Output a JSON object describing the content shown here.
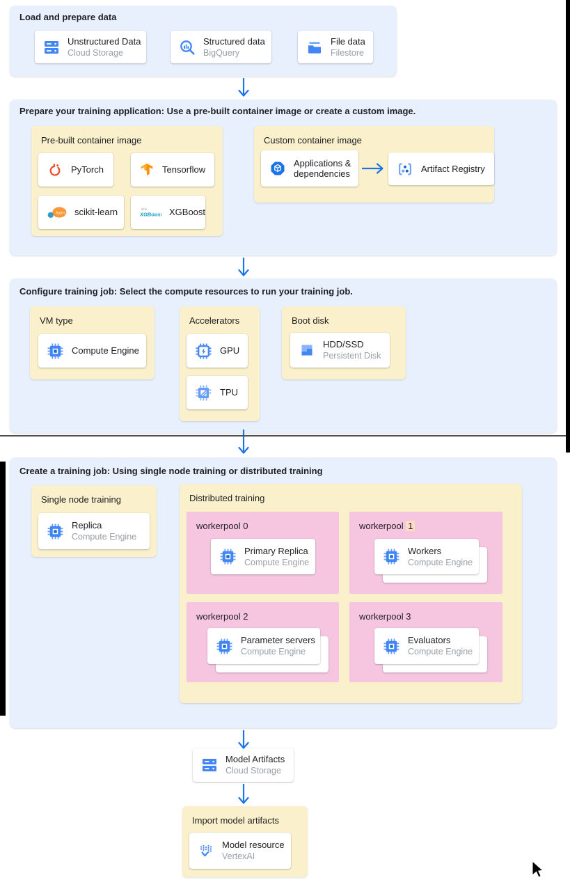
{
  "section_load": {
    "title": "Load and prepare data",
    "cards": [
      {
        "icon": "cloud-storage-icon",
        "title": "Unstructured Data",
        "subtitle": "Cloud Storage"
      },
      {
        "icon": "bigquery-icon",
        "title": "Structured data",
        "subtitle": "BigQuery"
      },
      {
        "icon": "filestore-icon",
        "title": "File data",
        "subtitle": "Filestore"
      }
    ]
  },
  "section_prepare": {
    "title": "Prepare your training application: Use a pre-built container image or create a custom image.",
    "prebuilt": {
      "label": "Pre-built container image",
      "cards": [
        {
          "icon": "pytorch-icon",
          "title": "PyTorch"
        },
        {
          "icon": "tensorflow-icon",
          "title": "Tensorflow"
        },
        {
          "icon": "scikit-learn-icon",
          "title": "scikit-learn"
        },
        {
          "icon": "xgboost-icon",
          "title": "XGBoost"
        }
      ]
    },
    "custom": {
      "label": "Custom container image",
      "cards": [
        {
          "icon": "applications-icon",
          "title": "Applications & dependencies"
        },
        {
          "icon": "artifact-registry-icon",
          "title": "Artifact Registry"
        }
      ]
    }
  },
  "section_configure": {
    "title": "Configure training job: Select the compute resources to run your training job.",
    "vm_type": {
      "label": "VM type",
      "card": {
        "icon": "compute-engine-icon",
        "title": "Compute Engine"
      }
    },
    "accelerators": {
      "label": "Accelerators",
      "cards": [
        {
          "icon": "gpu-icon",
          "title": "GPU"
        },
        {
          "icon": "tpu-icon",
          "title": "TPU"
        }
      ]
    },
    "boot_disk": {
      "label": "Boot disk",
      "card": {
        "icon": "persistent-disk-icon",
        "title": "HDD/SSD",
        "subtitle": "Persistent Disk"
      }
    }
  },
  "section_create": {
    "title": "Create a training job: Using single node training or distributed training",
    "single_node": {
      "label": "Single node training",
      "card": {
        "icon": "compute-engine-icon",
        "title": "Replica",
        "subtitle": "Compute Engine"
      }
    },
    "distributed": {
      "label": "Distributed training",
      "workerpools": [
        {
          "label": "workerpool",
          "number": "0",
          "card": {
            "icon": "compute-engine-icon",
            "title": "Primary Replica",
            "subtitle": "Compute Engine"
          }
        },
        {
          "label": "workerpool",
          "number": "1",
          "card": {
            "icon": "compute-engine-icon",
            "title": "Workers",
            "subtitle": "Compute Engine"
          }
        },
        {
          "label": "workerpool",
          "number": "2",
          "card": {
            "icon": "compute-engine-icon",
            "title": "Parameter servers",
            "subtitle": "Compute Engine"
          }
        },
        {
          "label": "workerpool",
          "number": "3",
          "card": {
            "icon": "compute-engine-icon",
            "title": "Evaluators",
            "subtitle": "Compute Engine"
          }
        }
      ]
    }
  },
  "model_artifacts_card": {
    "icon": "cloud-storage-icon",
    "title": "Model Artifacts",
    "subtitle": "Cloud Storage"
  },
  "section_import": {
    "label": "Import model artifacts",
    "card": {
      "icon": "vertex-ai-icon",
      "title": "Model resource",
      "subtitle": "VertexAI"
    }
  },
  "colors": {
    "panel_blue": "#e8f0fe",
    "box_yellow": "#faf0cb",
    "box_pink": "#f6c5e0",
    "arrow_blue": "#1a73e8",
    "icon_blue": "#4285f4",
    "pytorch_orange": "#ee4c2c",
    "tensorflow_orange": "#ff8f00"
  }
}
